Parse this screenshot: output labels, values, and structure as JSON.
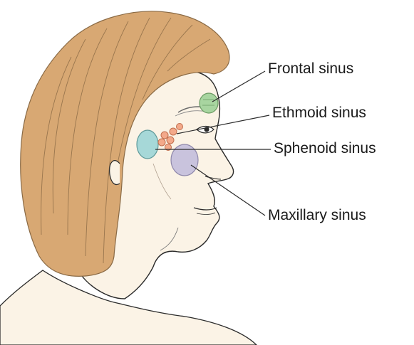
{
  "labels": {
    "frontal": "Frontal sinus",
    "ethmoid": "Ethmoid sinus",
    "sphenoid": "Sphenoid sinus",
    "maxillary": "Maxillary sinus"
  },
  "colors": {
    "hair": "#D8A873",
    "hair_stroke": "#8a6a45",
    "skin": "#FBF3E6",
    "outline": "#2b2b2b",
    "frontal_sinus": "#A8D5A0",
    "ethmoid_sinus": "#F3A98A",
    "sphenoid_sinus": "#A6D8D8",
    "maxillary_sinus": "#C9C3DD"
  }
}
